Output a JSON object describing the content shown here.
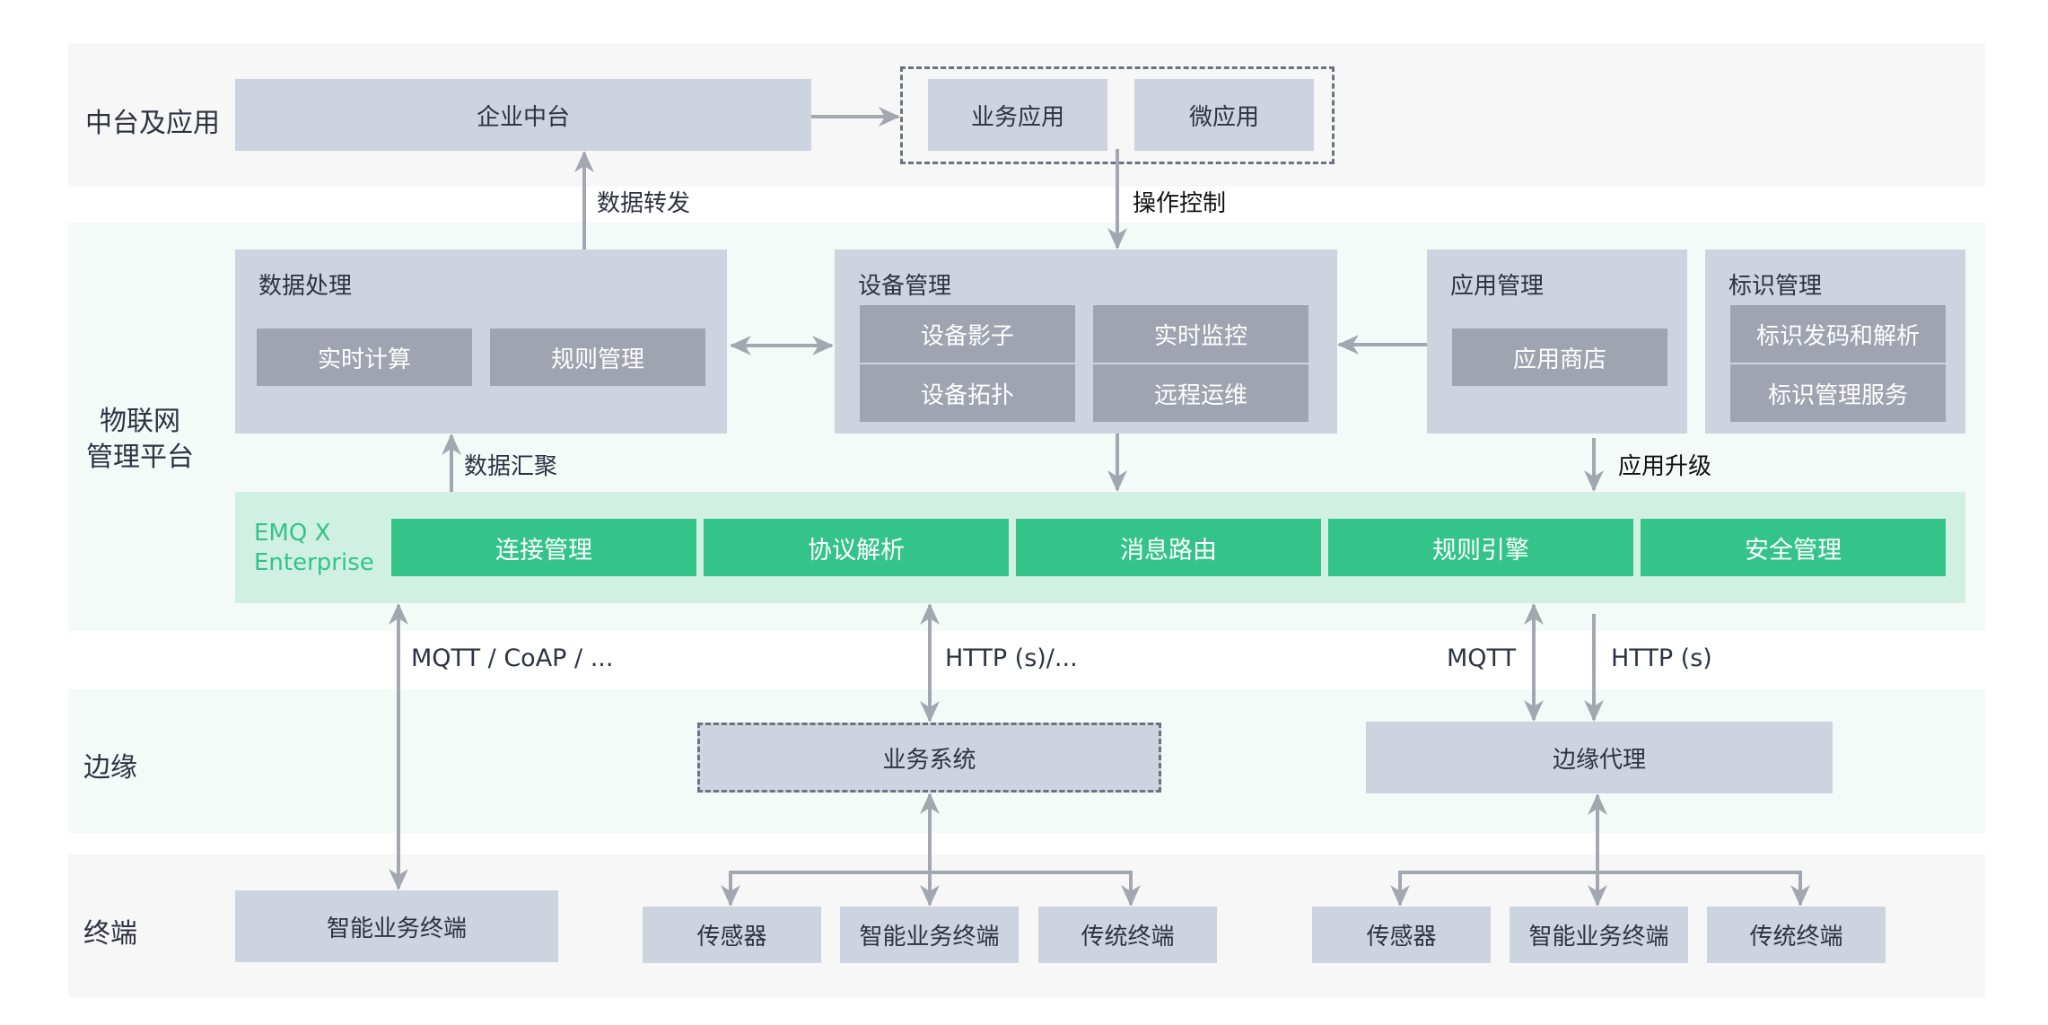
{
  "layers": {
    "platform": "中台及应用",
    "iot_line1": "物联网",
    "iot_line2": "管理平台",
    "edge": "边缘",
    "terminal": "终端"
  },
  "top": {
    "enterprise_middle": "企业中台",
    "apps": [
      "业务应用",
      "微应用"
    ]
  },
  "edge_labels": {
    "data_forward": "数据转发",
    "operation_control": "操作控制",
    "data_aggregation": "数据汇聚",
    "app_upgrade": "应用升级"
  },
  "iot": {
    "data_processing": {
      "title": "数据处理",
      "items": [
        "实时计算",
        "规则管理"
      ]
    },
    "device_management": {
      "title": "设备管理",
      "items": [
        "设备影子",
        "实时监控",
        "设备拓扑",
        "远程运维"
      ]
    },
    "app_management": {
      "title": "应用管理",
      "items": [
        "应用商店"
      ]
    },
    "id_management": {
      "title": "标识管理",
      "items": [
        "标识发码和解析",
        "标识管理服务"
      ]
    }
  },
  "emqx": {
    "name_line1": "EMQ X",
    "name_line2": "Enterprise",
    "modules": [
      "连接管理",
      "协议解析",
      "消息路由",
      "规则引擎",
      "安全管理"
    ],
    "colors": {
      "band": "#cff0e2",
      "module": "#34c48b",
      "text": "#34c38a"
    }
  },
  "protocols": {
    "left": "MQTT / CoAP / ...",
    "middle": "HTTP (s)/...",
    "right_mqtt": "MQTT",
    "right_http": "HTTP (s)"
  },
  "edge": {
    "business_system": "业务系统",
    "edge_agent": "边缘代理"
  },
  "terminals": {
    "direct": "智能业务终端",
    "group_business": [
      "传感器",
      "智能业务终端",
      "传统终端"
    ],
    "group_edge": [
      "传感器",
      "智能业务终端",
      "传统终端"
    ]
  }
}
